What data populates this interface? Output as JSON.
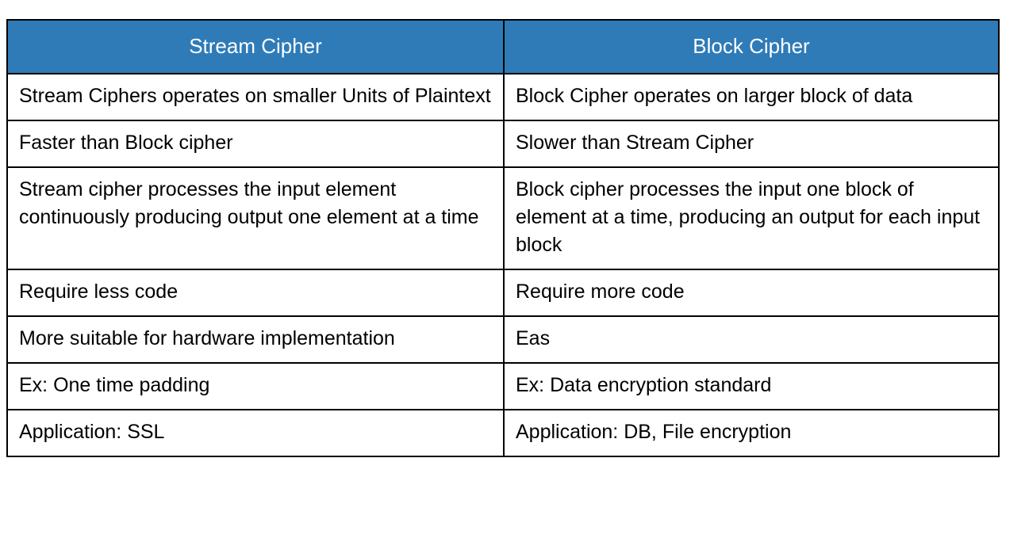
{
  "table": {
    "title": "Stream Cipher vs Block Cipher comparison",
    "header_background": "#2E7BB8",
    "header_text_color": "#FFFFFF",
    "border_color": "#000000",
    "body_text_color": "#000000",
    "columns": [
      {
        "label": "Stream Cipher"
      },
      {
        "label": "Block Cipher"
      }
    ],
    "rows": [
      {
        "left": "Stream Ciphers operates on smaller Units of Plaintext",
        "right": "Block Cipher operates on larger block of data"
      },
      {
        "left": "Faster than Block cipher",
        "right": "Slower than Stream Cipher"
      },
      {
        "left": "Stream cipher processes the input element continuously producing output one element at a time",
        "right": "Block cipher processes the input one block of element at a time, producing an output for each input block"
      },
      {
        "left": "Require less code",
        "right": "Require more code"
      },
      {
        "left": "More suitable for hardware implementation",
        "right": "Eas"
      },
      {
        "left": "Ex: One time padding",
        "right": "Ex: Data encryption standard"
      },
      {
        "left": "Application: SSL",
        "right": "Application: DB, File encryption"
      }
    ]
  }
}
